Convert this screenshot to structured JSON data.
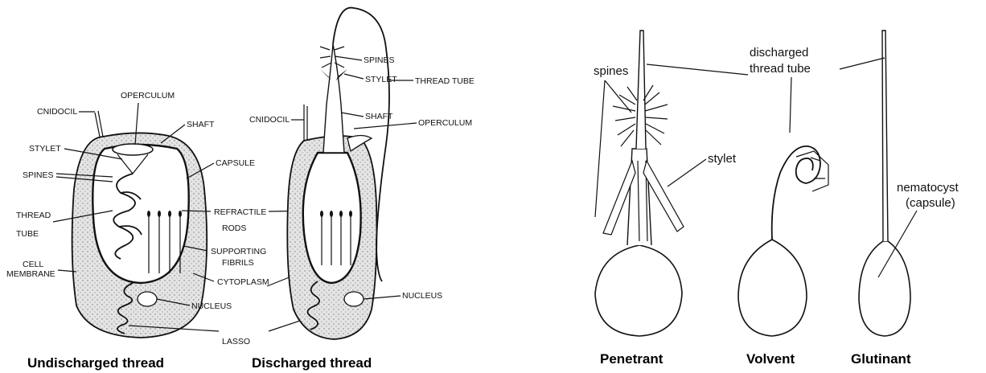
{
  "panel_left": {
    "undischarged": {
      "caption": "Undischarged thread",
      "labels": {
        "operculum": "OPERCULUM",
        "cnidocil": "CNIDOCIL",
        "shaft": "SHAFT",
        "stylet": "STYLET",
        "capsule": "CAPSULE",
        "spines": "SPINES",
        "thread_tube_1": "THREAD",
        "thread_tube_2": "TUBE",
        "cell_membrane_1": "CELL",
        "cell_membrane_2": "MEMBRANE",
        "nucleus": "NUCLEUS",
        "lasso": "LASSO"
      }
    },
    "shared": {
      "refractile_1": "REFRACTILE",
      "refractile_2": "RODS",
      "supporting_1": "SUPPORTING",
      "supporting_2": "FIBRILS",
      "cytoplasm": "CYTOPLASM"
    },
    "discharged": {
      "caption": "Discharged thread",
      "labels": {
        "spines": "SPINES",
        "stylet": "STYLET",
        "thread_tube": "THREAD TUBE",
        "cnidocil": "CNIDOCIL",
        "shaft": "SHAFT",
        "operculum": "OPERCULUM",
        "nucleus": "NUCLEUS"
      }
    }
  },
  "panel_right": {
    "labels": {
      "spines": "spines",
      "discharged_1": "discharged",
      "discharged_2": "thread tube",
      "stylet": "stylet",
      "nematocyst_1": "nematocyst",
      "nematocyst_2": "(capsule)"
    },
    "captions": {
      "penetrant": "Penetrant",
      "volvent": "Volvent",
      "glutinant": "Glutinant"
    }
  }
}
